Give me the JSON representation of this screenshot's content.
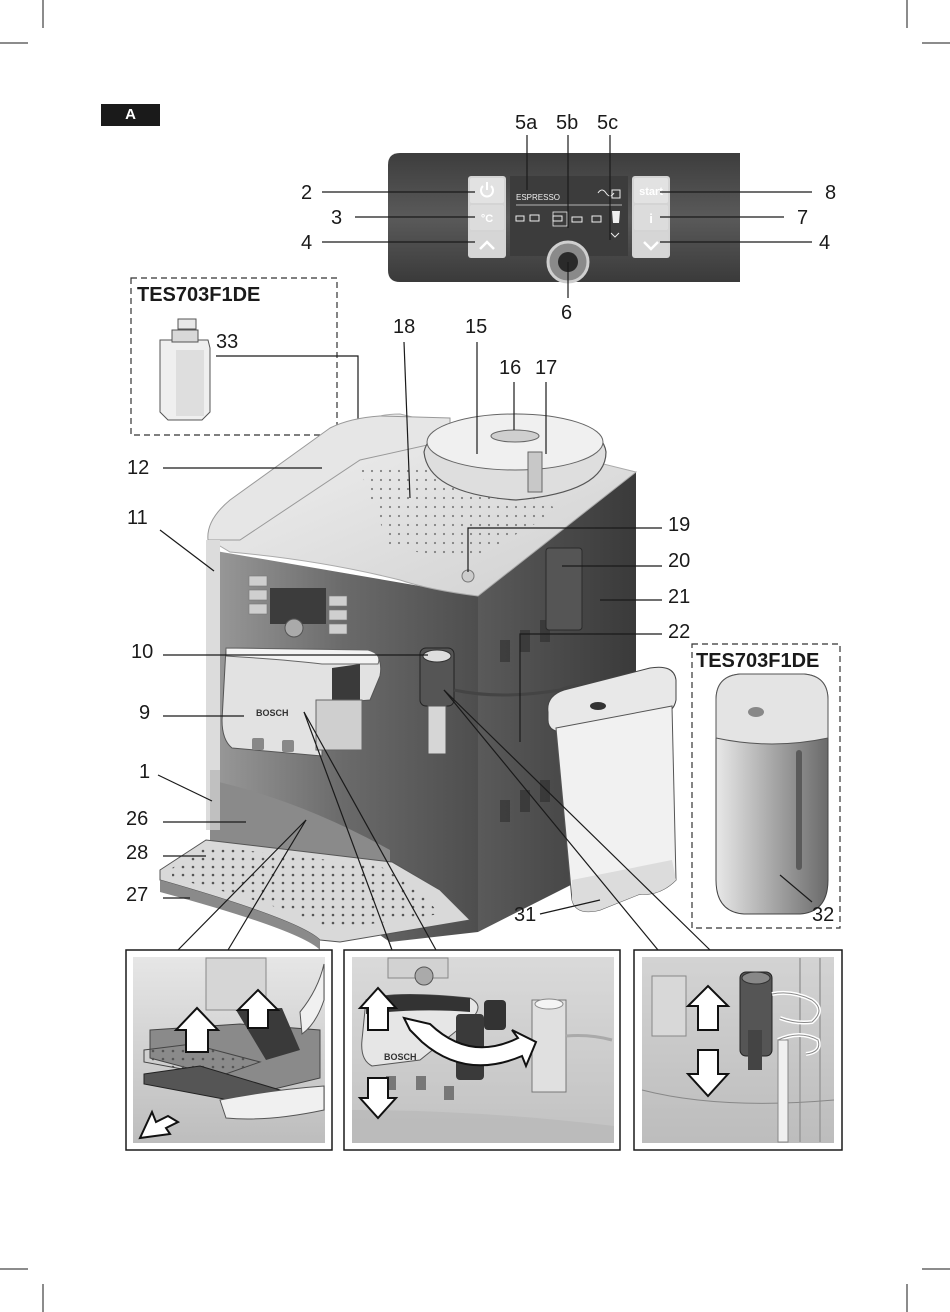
{
  "section_tag": "A",
  "model_callouts": {
    "filter": "TES703F1DE",
    "milk_container": "TES703F1DE"
  },
  "panel": {
    "display_text": "ESPRESSO",
    "start_label": "start",
    "info_label": "i",
    "temp_label": "°C"
  },
  "brand_text": "BOSCH",
  "labels": {
    "l1": "1",
    "l2": "2",
    "l3": "3",
    "l4a": "4",
    "l4b": "4",
    "l5a": "5a",
    "l5b": "5b",
    "l5c": "5c",
    "l6": "6",
    "l7": "7",
    "l8": "8",
    "l9": "9",
    "l10": "10",
    "l11": "11",
    "l12": "12",
    "l15": "15",
    "l16": "16",
    "l17": "17",
    "l18": "18",
    "l19": "19",
    "l20": "20",
    "l21": "21",
    "l22": "22",
    "l26": "26",
    "l27": "27",
    "l28": "28",
    "l31": "31",
    "l32": "32",
    "l33": "33"
  },
  "colors": {
    "panel_dark": "#4a4a4a",
    "button_light": "#d9d9d9",
    "body_gray": "#6e6e6e",
    "tag_bg": "#1a1a1a"
  }
}
